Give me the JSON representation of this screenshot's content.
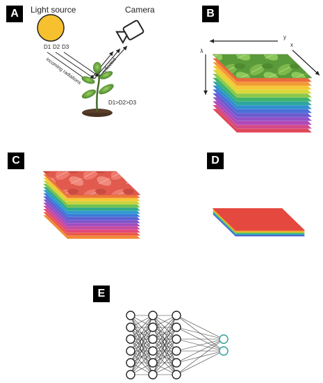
{
  "panels": {
    "a": {
      "label": "A",
      "light_source": "Light source",
      "camera": "Camera",
      "d1": "D1",
      "d2": "D2",
      "d3": "D3",
      "incoming": "incoming radiations",
      "reflected": "reflected",
      "relation": "D1>D2>D3",
      "sun_color": "#f6c02e"
    },
    "b": {
      "label": "B",
      "axis_y": "y",
      "axis_x": "x",
      "axis_lambda": "λ"
    },
    "c": {
      "label": "C"
    },
    "d": {
      "label": "D"
    },
    "e": {
      "label": "E",
      "output_color": "#2a9d9a"
    }
  }
}
